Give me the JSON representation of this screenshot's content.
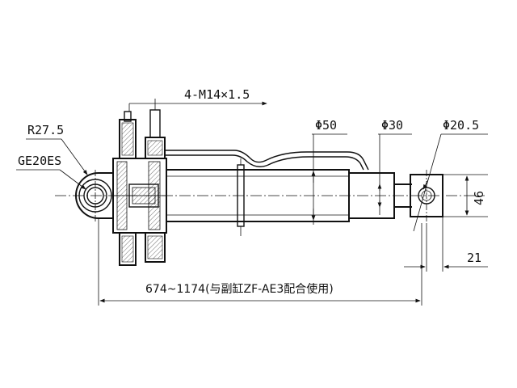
{
  "labels": {
    "thread": "4-M14×1.5",
    "radius": "R27.5",
    "bearing": "GE20ES",
    "dia_barrel": "Φ50",
    "dia_rod": "Φ30",
    "dia_pin": "Φ20.5",
    "rod_end_height": "46",
    "rod_end_length": "21",
    "stroke_range": "674~1174(与副缸ZF-AE3配合使用)"
  }
}
